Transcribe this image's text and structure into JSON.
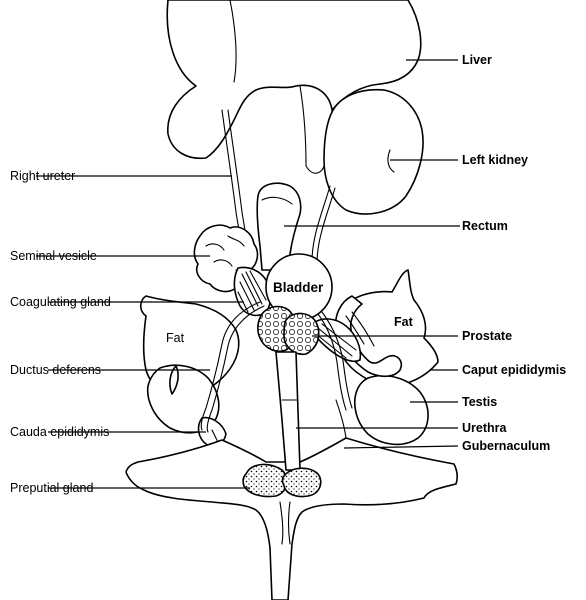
{
  "labels": {
    "liver": "Liver",
    "left_kidney": "Left kidney",
    "right_ureter": "Right ureter",
    "rectum": "Rectum",
    "seminal_vesicle": "Seminal vesicle",
    "bladder": "Bladder",
    "coagulating_gland": "Coagulating gland",
    "fat_left": "Fat",
    "fat_right": "Fat",
    "prostate": "Prostate",
    "ductus_deferens": "Ductus deferens",
    "caput_epididymis": "Caput epididymis",
    "testis": "Testis",
    "cauda_epididymis": "Cauda epididymis",
    "urethra": "Urethra",
    "gubernaculum": "Gubernaculum",
    "preputial_gland": "Preputial gland"
  }
}
